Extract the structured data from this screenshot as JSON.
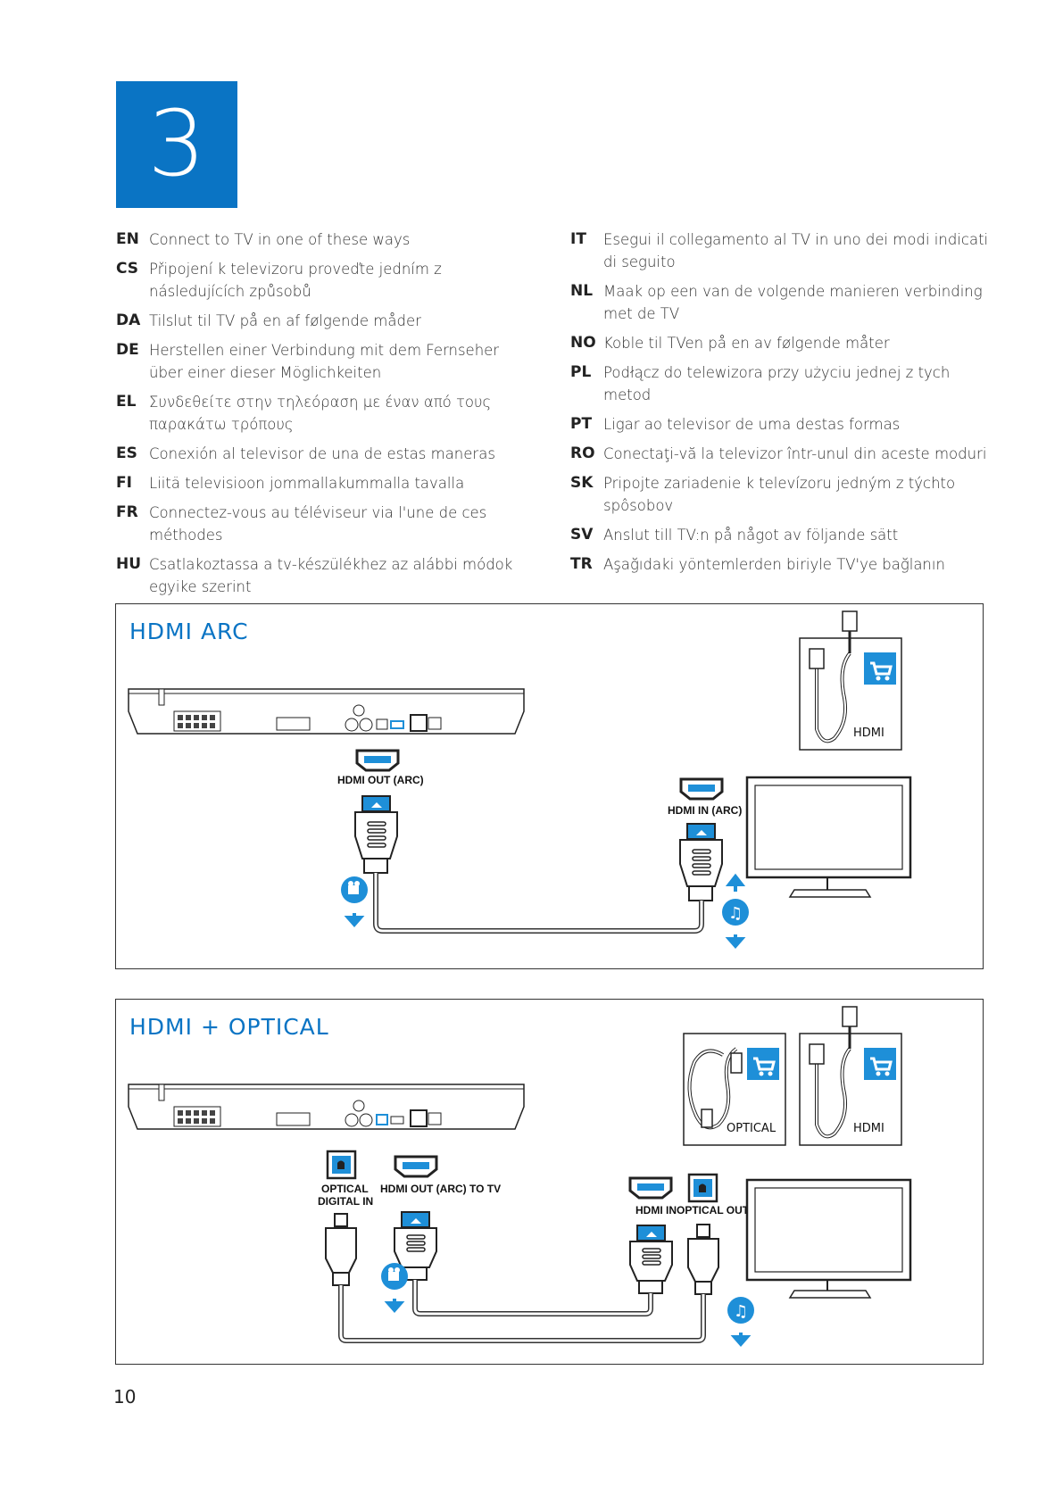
{
  "step": {
    "number": "3"
  },
  "languages_left": [
    {
      "code": "EN",
      "text": "Connect to TV in one of these ways"
    },
    {
      "code": "CS",
      "text": "Připojení k televizoru proveďte jedním z následujících způsobů"
    },
    {
      "code": "DA",
      "text": "Tilslut til TV på en af følgende måder"
    },
    {
      "code": "DE",
      "text": "Herstellen einer Verbindung mit dem Fernseher über einer dieser Möglichkeiten"
    },
    {
      "code": "EL",
      "text": "Συνδεθείτε στην τηλεόραση με έναν από τους παρακάτω τρόπους"
    },
    {
      "code": "ES",
      "text": "Conexión al televisor de una de estas maneras"
    },
    {
      "code": "FI",
      "text": "Liitä televisioon jommallakummalla tavalla"
    },
    {
      "code": "FR",
      "text": "Connectez-vous au téléviseur via l'une de ces méthodes"
    },
    {
      "code": "HU",
      "text": "Csatlakoztassa a tv-készülékhez az alábbi módok egyike szerint"
    }
  ],
  "languages_right": [
    {
      "code": "IT",
      "text": "Esegui il collegamento al TV in uno dei modi indicati di seguito"
    },
    {
      "code": "NL",
      "text": "Maak op een van de volgende manieren verbinding met de TV"
    },
    {
      "code": "NO",
      "text": "Koble til TVen på en av følgende måter"
    },
    {
      "code": "PL",
      "text": "Podłącz do telewizora przy użyciu jednej z tych metod"
    },
    {
      "code": "PT",
      "text": "Ligar ao televisor de uma destas formas"
    },
    {
      "code": "RO",
      "text": "Conectaţi-vă la televizor într-unul din aceste moduri"
    },
    {
      "code": "SK",
      "text": "Pripojte zariadenie k televízoru jedným z týchto spôsobov"
    },
    {
      "code": "SV",
      "text": "Anslut till TV:n på något av följande sätt"
    },
    {
      "code": "TR",
      "text": "Aşağıdaki yöntemlerden biriyle TV'ye bağlanın"
    }
  ],
  "panel_arc": {
    "title": "HDMI ARC",
    "player_port_label": "HDMI OUT (ARC)",
    "tv_port_label": "HDMI IN (ARC)",
    "accessory_label": "HDMI"
  },
  "panel_optical": {
    "title": "HDMI + OPTICAL",
    "optical_in_label_1": "OPTICAL",
    "optical_in_label_2": "DIGITAL IN",
    "player_hdmi_label": "HDMI OUT (ARC) TO TV",
    "tv_hdmi_label": "HDMI IN",
    "tv_optical_label": "OPTICAL OUT",
    "accessory_optical_label": "OPTICAL",
    "accessory_hdmi_label": "HDMI"
  },
  "page": {
    "number": "10"
  },
  "colors": {
    "accent": "#0a74c4",
    "cart_blue": "#1e8fd8"
  }
}
